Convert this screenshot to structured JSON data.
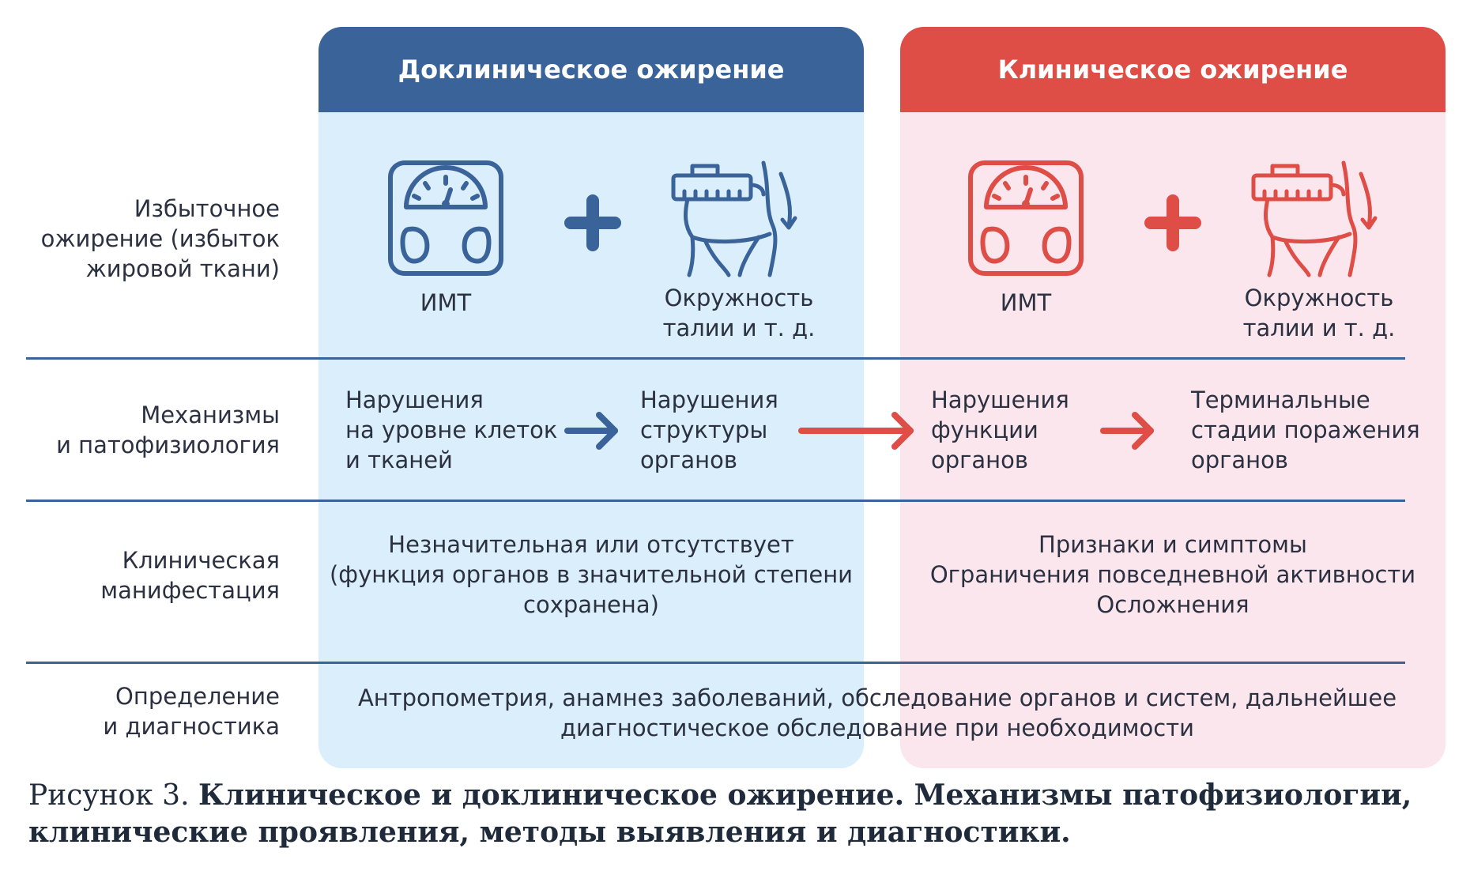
{
  "panels": {
    "preclinical": {
      "title": "Доклиническое ожирение",
      "color": "#3a6399"
    },
    "clinical": {
      "title": "Клиническое ожирение",
      "color": "#de4d46"
    }
  },
  "rows": {
    "excess": {
      "label": "Избыточное\nожирение (избыток\nжировой ткани)"
    },
    "mechanisms": {
      "label": "Механизмы\nи патофизиология"
    },
    "manifestation": {
      "label": "Клиническая\nманифестация"
    },
    "diagnosis": {
      "label": "Определение\nи диагностика"
    }
  },
  "icons": {
    "scale_label": "ИМТ",
    "waist_label": "Окружность\nталии и т. д."
  },
  "mechanisms": {
    "cell": "Нарушения\nна уровне клеток\nи тканей",
    "structure": "Нарушения\nструктуры\nорганов",
    "function": "Нарушения\nфункции\nорганов",
    "terminal": "Терминальные\nстадии поражения\nорганов"
  },
  "manifestation": {
    "preclinical": "Незначительная или отсутствует\n(функция органов в значительной степени\nсохранена)",
    "clinical": "Признаки и симптомы\nОграничения повседневной активности\nОсложнения"
  },
  "diagnosis": {
    "text": "Антропометрия, анамнез заболеваний, обследование органов и систем, дальнейшее\nдиагностическое обследование при необходимости"
  },
  "caption": {
    "prefix": "Рисунок 3. ",
    "title": "Клиническое и доклиническое ожирение. Механизмы патофизиологии, клинические проявления, методы выявления и диагностики."
  }
}
